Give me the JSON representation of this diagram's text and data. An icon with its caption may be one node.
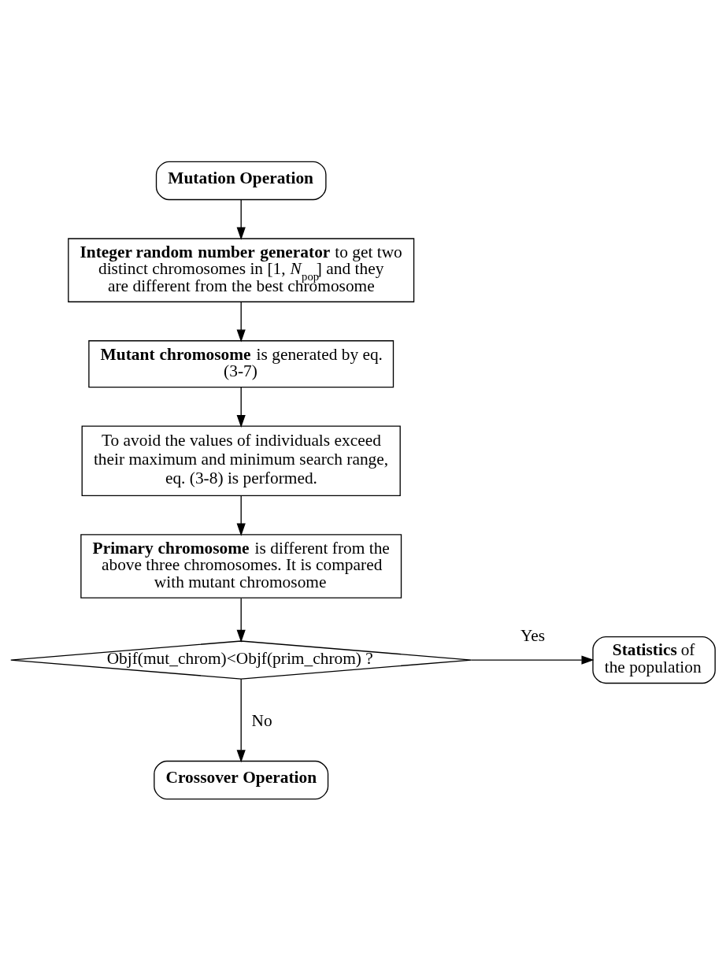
{
  "diagram": {
    "nodes": [
      {
        "text": [
          "Mutation Operation"
        ]
      },
      {
        "text": [
          "**Integer random number generator** to get two distinct chromosomes in [1, *N*$_{pop}$] and they are different from the best chromosome"
        ]
      },
      {
        "text": [
          "**Mutant chromosome** is generated by eq. (3-7)"
        ]
      },
      {
        "text": [
          "To avoid the values of individuals exceed their maximum and minimum search range, eq. (3-8) is performed."
        ]
      },
      {
        "text": [
          "**Primary chromosome** is different from the above three chromosomes. It is compared with mutant chromosome"
        ]
      },
      {
        "text": [
          "Objf(mut_chrom)<Objf(prim_chrom) ?"
        ]
      },
      {
        "text": [
          "**Statistics** of the population"
        ]
      },
      {
        "text": [
          "Crossover Operation"
        ]
      }
    ],
    "edges": [
      {
        "from": 0,
        "to": 1,
        "arrow": "to"
      },
      {
        "from": 1,
        "to": 2,
        "arrow": "to"
      },
      {
        "from": 2,
        "to": 3,
        "arrow": "to"
      },
      {
        "from": 3,
        "to": 4,
        "arrow": "to"
      },
      {
        "from": 4,
        "to": 5,
        "arrow": "to"
      },
      {
        "from": 5,
        "to": 6,
        "label": "Yes",
        "arrow": "to"
      },
      {
        "from": 5,
        "to": 7,
        "label": "No",
        "arrow": "to"
      }
    ]
  }
}
